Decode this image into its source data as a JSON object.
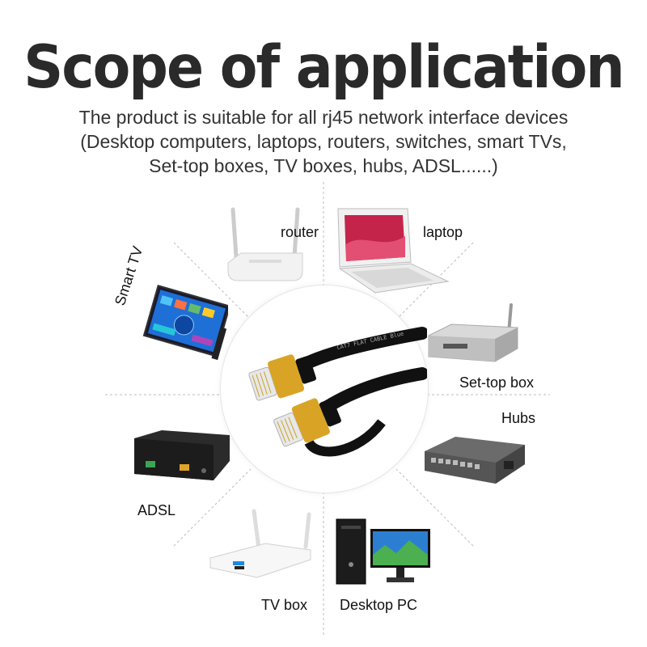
{
  "header": {
    "title": "Scope of application",
    "subtitle_lines": [
      "The product is suitable for all rj45 network interface devices",
      "(Desktop computers, laptops, routers, switches, smart TVs,",
      "Set-top boxes, TV boxes, hubs, ADSL......)"
    ]
  },
  "devices": {
    "router": "router",
    "laptop": "laptop",
    "smart_tv": "Smart TV",
    "set_top_box": "Set-top box",
    "hubs": "Hubs",
    "adsl": "ADSL",
    "tv_box": "TV box",
    "desktop_pc": "Desktop PC"
  },
  "cable": {
    "printed_text": "CAT7 FLAT CABLE Blue",
    "connector_color": "#d9a426",
    "cable_color": "#111111"
  },
  "colors": {
    "title": "#2a2a2a",
    "guide_lines": "#bdbdbd"
  }
}
